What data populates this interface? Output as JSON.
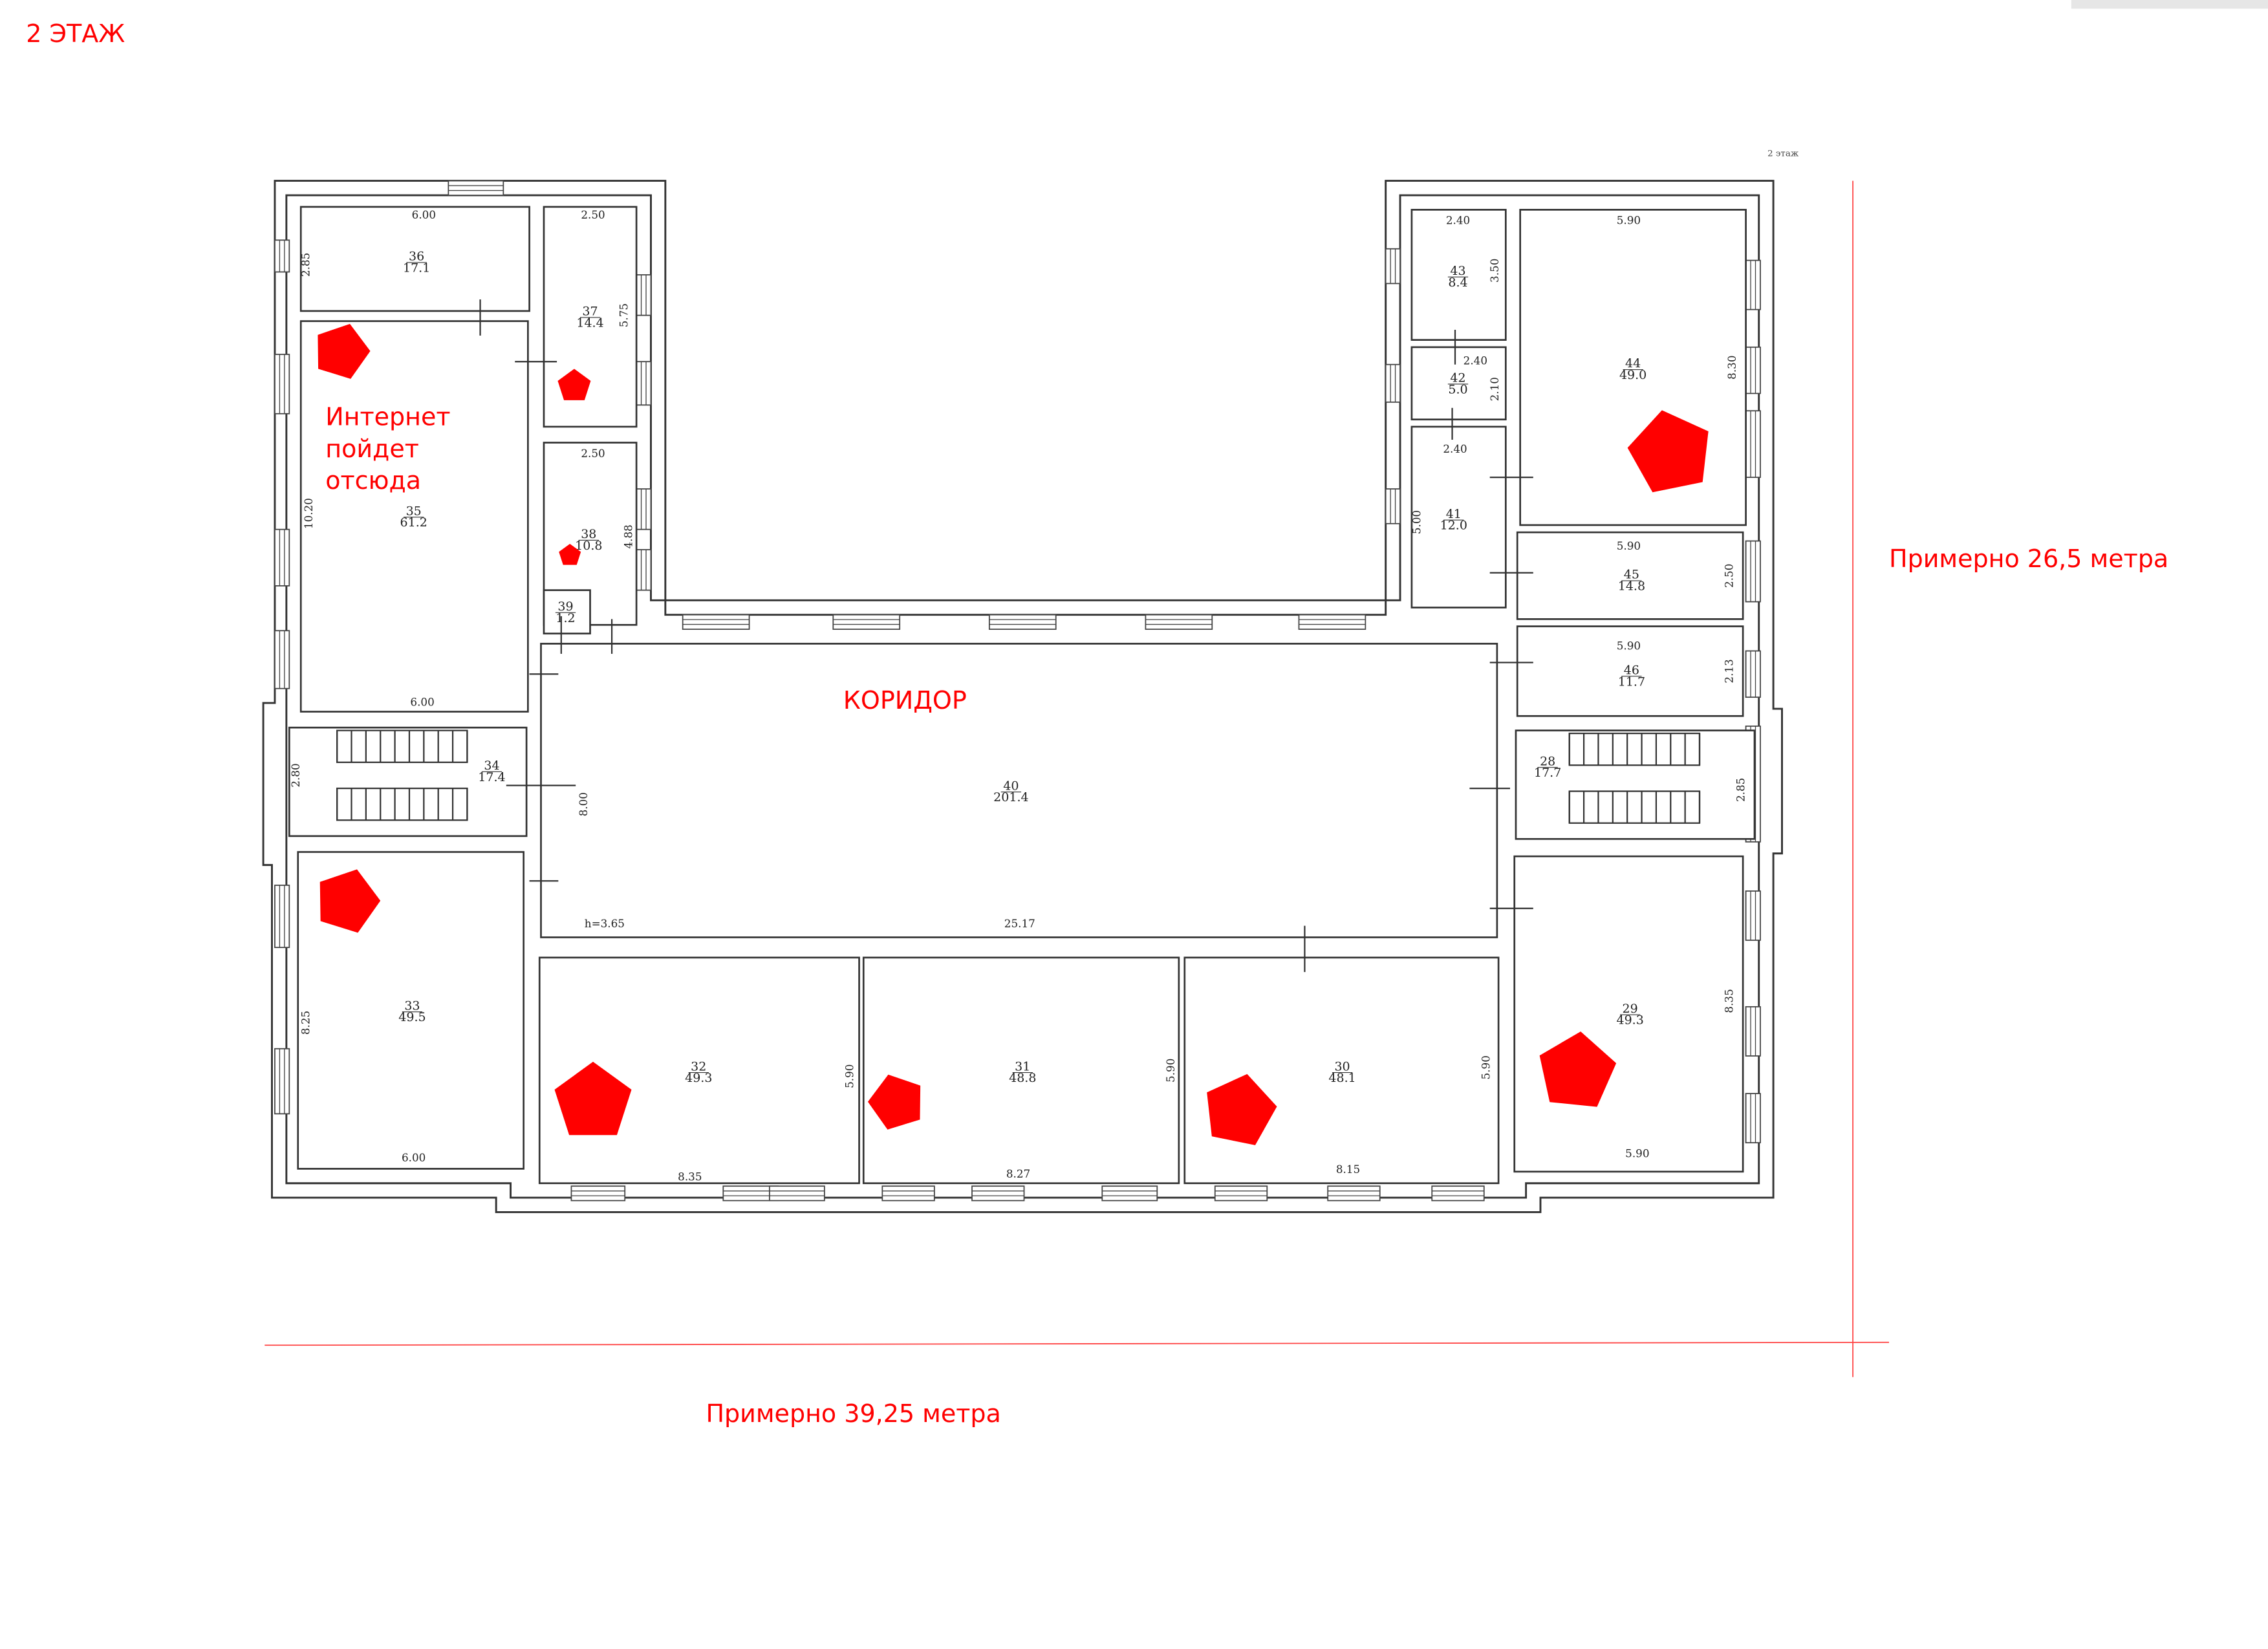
{
  "header": {
    "floor_title": "2 ЭТАЖ",
    "scan_caption": "2 этаж"
  },
  "annotations": {
    "internet_line1": "Интернет",
    "internet_line2": "пойдет",
    "internet_line3": "отсюда",
    "corridor": "КОРИДОР",
    "height_note": "Примерно 26,5 метра",
    "width_note": "Примерно 39,25 метра"
  },
  "corridor_height": "h=3.65",
  "rooms": [
    {
      "id": "36",
      "area": "17.1",
      "dims": [
        "6.00",
        "2.85"
      ]
    },
    {
      "id": "35",
      "area": "61.2",
      "dims": [
        "10.20",
        "6.00"
      ]
    },
    {
      "id": "37",
      "area": "14.4",
      "dims": [
        "2.50",
        "5.75"
      ]
    },
    {
      "id": "38",
      "area": "10.8",
      "dims": [
        "2.50",
        "4.88"
      ]
    },
    {
      "id": "39",
      "area": "1.2",
      "dims": []
    },
    {
      "id": "34",
      "area": "17.4",
      "dims": [
        "2.80"
      ]
    },
    {
      "id": "33",
      "area": "49.5",
      "dims": [
        "8.25",
        "6.00"
      ]
    },
    {
      "id": "40",
      "area": "201.4",
      "dims": [
        "8.00",
        "25.17"
      ]
    },
    {
      "id": "32",
      "area": "49.3",
      "dims": [
        "5.90",
        "8.35"
      ]
    },
    {
      "id": "31",
      "area": "48.8",
      "dims": [
        "5.90",
        "8.27"
      ]
    },
    {
      "id": "30",
      "area": "48.1",
      "dims": [
        "5.90",
        "8.15"
      ]
    },
    {
      "id": "29",
      "area": "49.3",
      "dims": [
        "8.35",
        "5.90"
      ]
    },
    {
      "id": "28",
      "area": "17.7",
      "dims": [
        "2.85"
      ]
    },
    {
      "id": "46",
      "area": "11.7",
      "dims": [
        "5.90",
        "2.13"
      ]
    },
    {
      "id": "45",
      "area": "14.8",
      "dims": [
        "5.90",
        "2.50"
      ]
    },
    {
      "id": "44",
      "area": "49.0",
      "dims": [
        "5.90",
        "8.30"
      ]
    },
    {
      "id": "43",
      "area": "8.4",
      "dims": [
        "2.40",
        "3.50"
      ]
    },
    {
      "id": "42",
      "area": "5.0",
      "dims": [
        "2.40",
        "2.10"
      ]
    },
    {
      "id": "41",
      "area": "12.0",
      "dims": [
        "2.40",
        "5.00"
      ]
    }
  ],
  "colors": {
    "marker": "#ff0000",
    "annotation": "#ff0000",
    "plan_line": "#333333"
  }
}
